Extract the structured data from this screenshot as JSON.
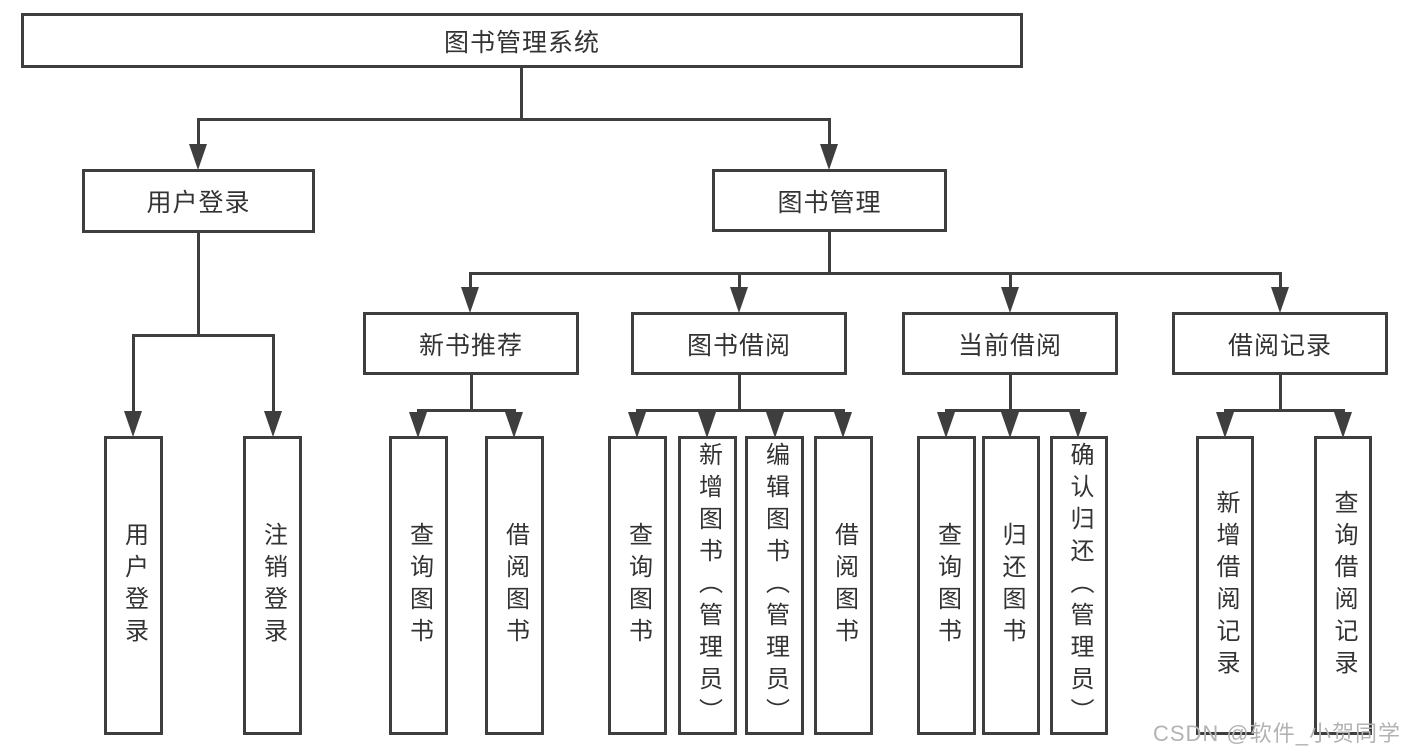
{
  "tree": {
    "label": "图书管理系统",
    "children": [
      {
        "label": "用户登录",
        "children": [
          {
            "label": "用户登录"
          },
          {
            "label": "注销登录"
          }
        ]
      },
      {
        "label": "图书管理",
        "children": [
          {
            "label": "新书推荐",
            "children": [
              {
                "label": "查询图书"
              },
              {
                "label": "借阅图书"
              }
            ]
          },
          {
            "label": "图书借阅",
            "children": [
              {
                "label": "查询图书"
              },
              {
                "label": "新增图书（管理员）"
              },
              {
                "label": "编辑图书（管理员）"
              },
              {
                "label": "借阅图书"
              }
            ]
          },
          {
            "label": "当前借阅",
            "children": [
              {
                "label": "查询图书"
              },
              {
                "label": "归还图书"
              },
              {
                "label": "确认归还（管理员）"
              }
            ]
          },
          {
            "label": "借阅记录",
            "children": [
              {
                "label": "新增借阅记录"
              },
              {
                "label": "查询借阅记录"
              }
            ]
          }
        ]
      }
    ]
  },
  "watermark": "CSDN @软件_小贺同学",
  "colors": {
    "line": "#3e3e3e",
    "text": "#333333",
    "watermark": "#b3b3b3",
    "background": "#ffffff"
  }
}
